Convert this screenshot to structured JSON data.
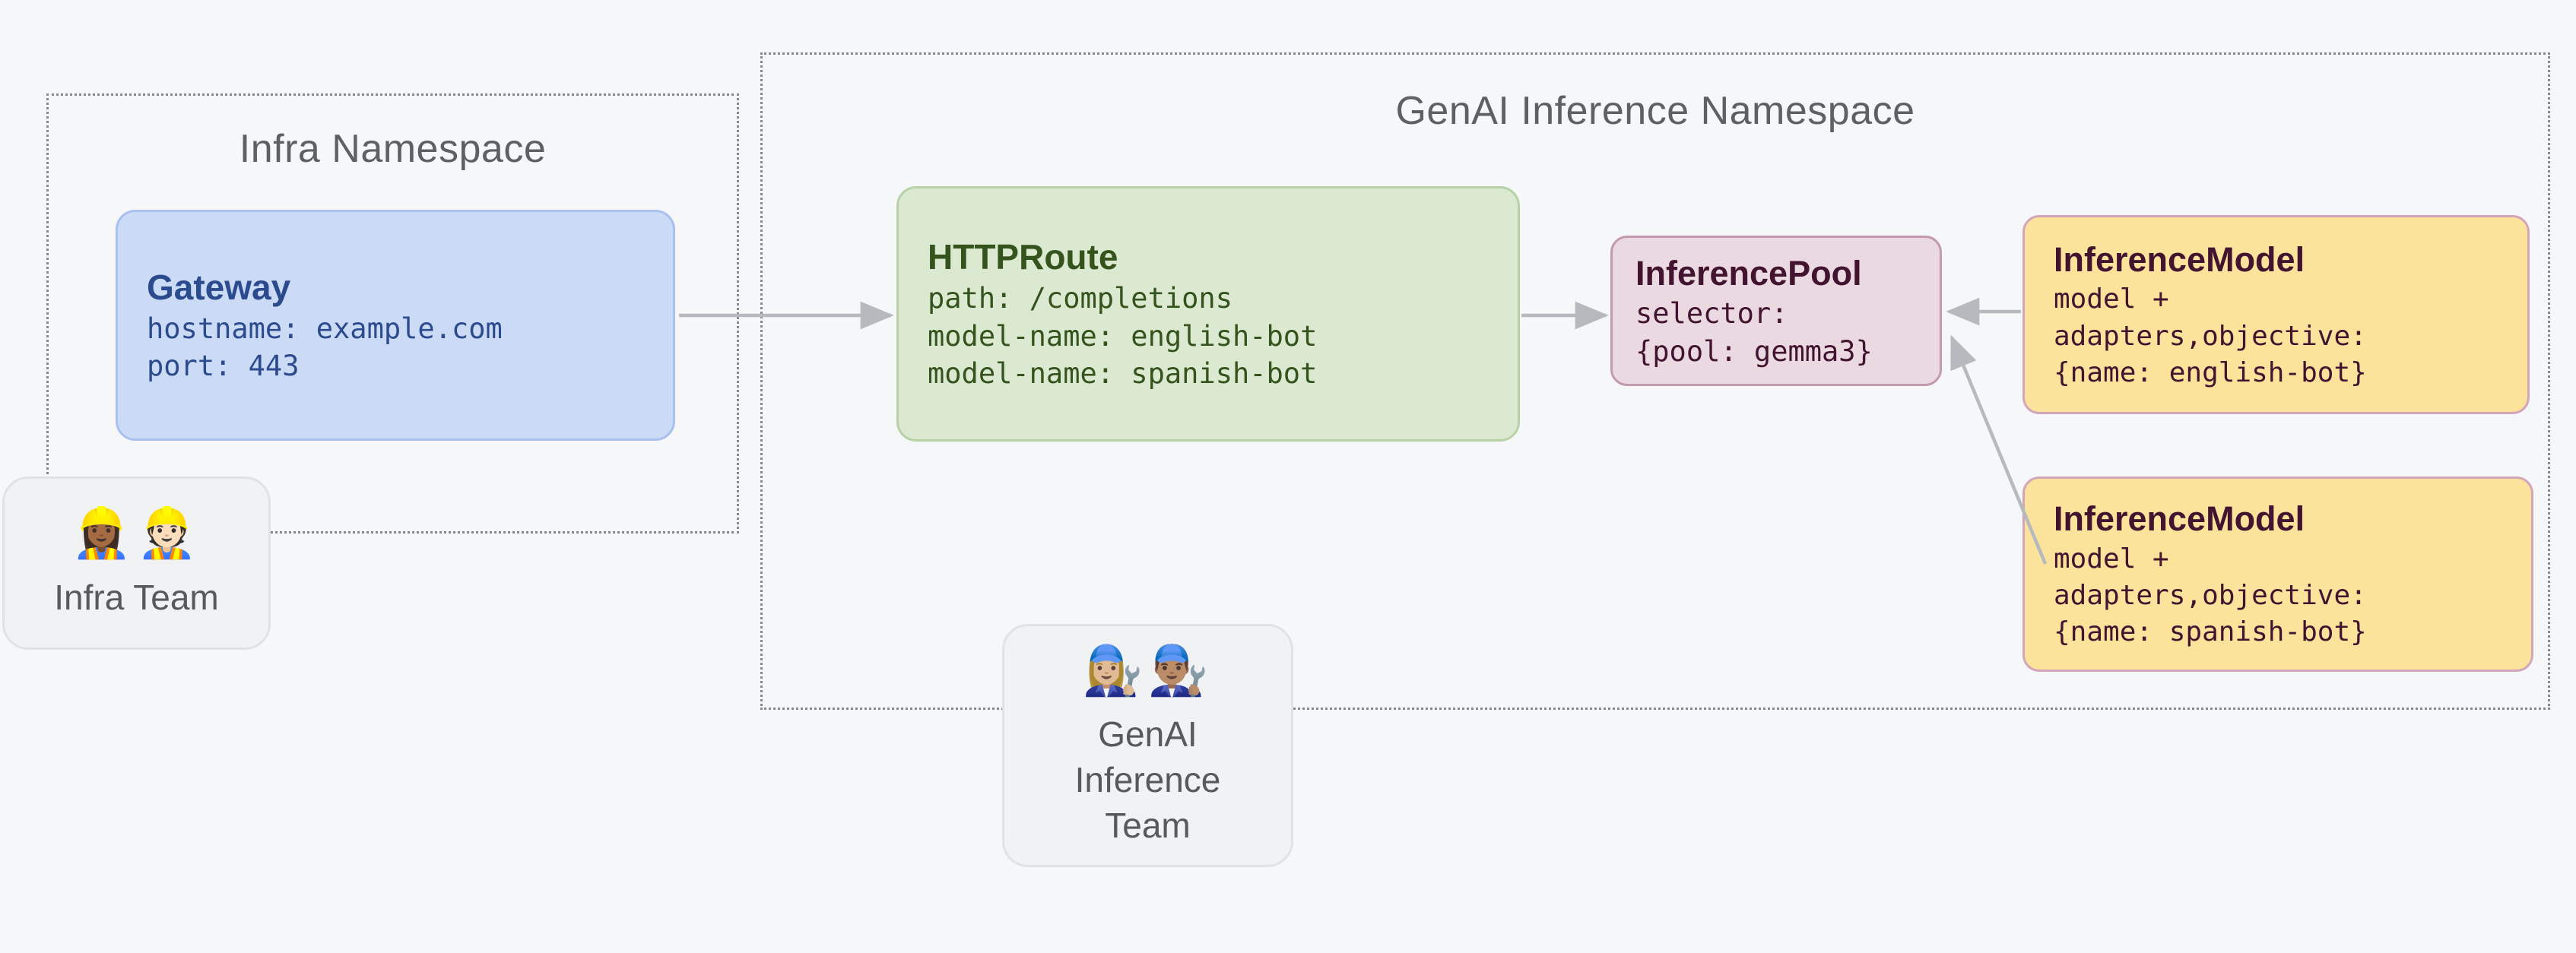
{
  "namespaces": {
    "infra": {
      "title": "Infra Namespace"
    },
    "genai": {
      "title": "GenAI Inference Namespace"
    }
  },
  "nodes": {
    "gateway": {
      "title": "Gateway",
      "lines": [
        "hostname: example.com",
        "port: 443"
      ]
    },
    "httproute": {
      "title": "HTTPRoute",
      "lines": [
        "path: /completions",
        "model-name: english-bot",
        "model-name: spanish-bot"
      ]
    },
    "inference_pool": {
      "title": "InferencePool",
      "lines": [
        "selector:",
        "{pool: gemma3}"
      ]
    },
    "inference_model_english": {
      "title": "InferenceModel",
      "lines": [
        "model +",
        "adapters,objective:",
        "{name: english-bot}"
      ]
    },
    "inference_model_spanish": {
      "title": "InferenceModel",
      "lines": [
        "model +",
        "adapters,objective:",
        "{name: spanish-bot}"
      ]
    }
  },
  "teams": {
    "infra": {
      "emoji": "👷🏾‍♀️👷🏻",
      "label": "Infra Team"
    },
    "genai": {
      "emoji": "👩🏼‍🔧👨🏽‍🔧",
      "label": "GenAI Inference Team"
    }
  },
  "colors": {
    "background": "#f6f7f9",
    "namespace-border": "#85888c",
    "namespace-title": "#5d6165",
    "gateway-fill": "#cbdaf5",
    "gateway-border": "#a8c1ee",
    "gateway-text": "#2b4b8e",
    "httproute-fill": "#dce9d1",
    "httproute-border": "#b6d2a5",
    "httproute-text": "#35531d",
    "pool-fill": "#ebd9e2",
    "pool-border": "#c299ae",
    "pool-text": "#431430",
    "model-fill": "#fbe39b",
    "model-border": "#d2a5ba",
    "model-text": "#431430",
    "team-fill": "#f1f2f4",
    "team-border": "#e0e2e4",
    "team-text": "#56595d",
    "arrow": "#b6b9bd"
  }
}
